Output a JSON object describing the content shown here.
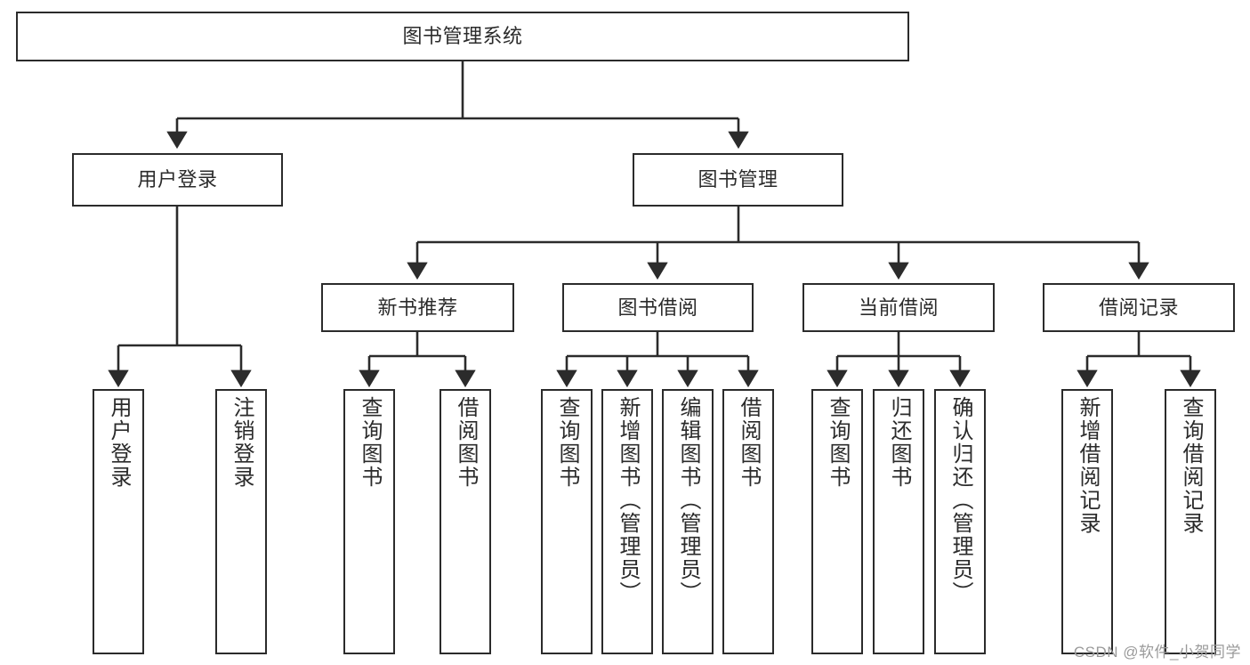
{
  "diagram": {
    "type": "tree-hierarchy-chart",
    "title": "图书管理系统",
    "colors": {
      "box_border": "#2b2b2b",
      "box_fill": "#ffffff",
      "connector": "#2b2b2b",
      "text": "#2b2b2b",
      "watermark": "#9a9a9a",
      "background": "#ffffff"
    },
    "levels": {
      "root": {
        "label": "图书管理系统",
        "orientation": "horizontal"
      },
      "level2": [
        {
          "label": "用户登录",
          "orientation": "horizontal"
        },
        {
          "label": "图书管理",
          "orientation": "horizontal"
        }
      ],
      "level3": [
        {
          "label": "新书推荐",
          "orientation": "horizontal"
        },
        {
          "label": "图书借阅",
          "orientation": "horizontal"
        },
        {
          "label": "当前借阅",
          "orientation": "horizontal"
        },
        {
          "label": "借阅记录",
          "orientation": "horizontal"
        }
      ],
      "leaves": [
        {
          "label": "用户登录",
          "parent": "用户登录",
          "orientation": "vertical"
        },
        {
          "label": "注销登录",
          "parent": "用户登录",
          "orientation": "vertical"
        },
        {
          "label": "查询图书",
          "parent": "新书推荐",
          "orientation": "vertical"
        },
        {
          "label": "借阅图书",
          "parent": "新书推荐",
          "orientation": "vertical"
        },
        {
          "label": "查询图书",
          "parent": "图书借阅",
          "orientation": "vertical"
        },
        {
          "label": "新增图书（管理员）",
          "parent": "图书借阅",
          "orientation": "vertical"
        },
        {
          "label": "编辑图书（管理员）",
          "parent": "图书借阅",
          "orientation": "vertical"
        },
        {
          "label": "借阅图书",
          "parent": "图书借阅",
          "orientation": "vertical"
        },
        {
          "label": "查询图书",
          "parent": "当前借阅",
          "orientation": "vertical"
        },
        {
          "label": "归还图书",
          "parent": "当前借阅",
          "orientation": "vertical"
        },
        {
          "label": "确认归还（管理员）",
          "parent": "当前借阅",
          "orientation": "vertical"
        },
        {
          "label": "新增借阅记录",
          "parent": "借阅记录",
          "orientation": "vertical"
        },
        {
          "label": "查询借阅记录",
          "parent": "借阅记录",
          "orientation": "vertical"
        }
      ]
    }
  },
  "watermark": {
    "text": "CSDN @软件_小贺同学"
  }
}
